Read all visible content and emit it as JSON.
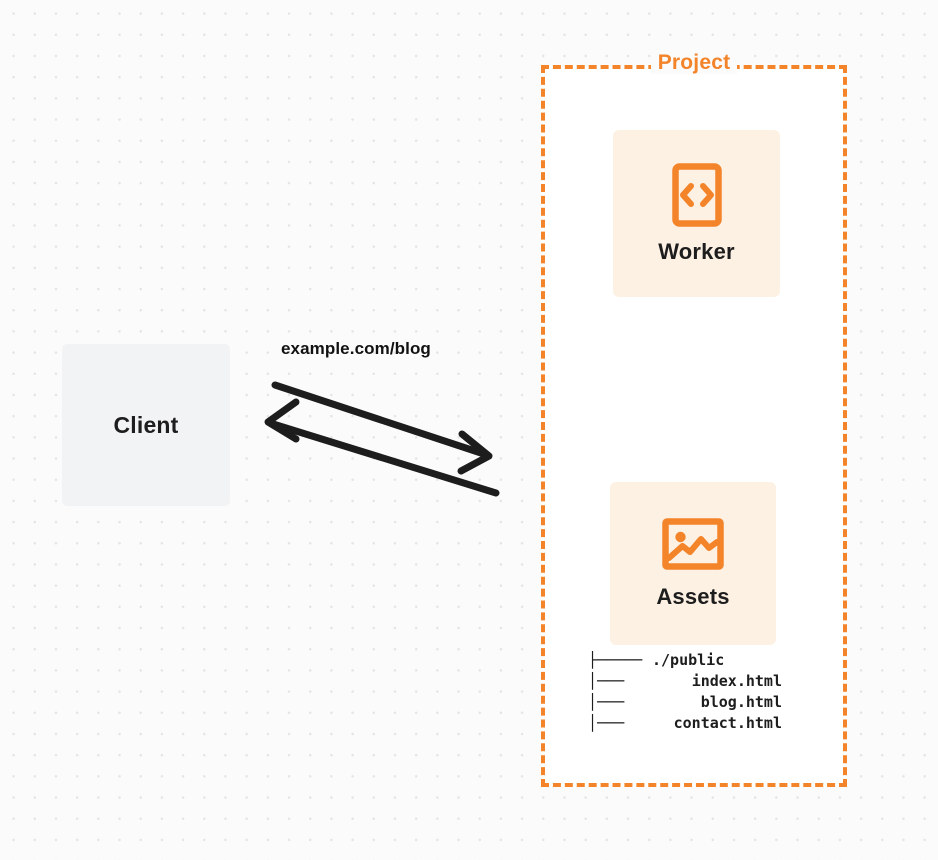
{
  "diagram": {
    "title": "Project request flow diagram",
    "colors": {
      "accent_orange": "#f3842a",
      "card_cream": "#fdf1e4",
      "client_gray": "#f2f3f5",
      "text_dark": "#1d1d1d",
      "canvas": "#fbfbfb",
      "dot_grid": "#e4e5e7"
    }
  },
  "client": {
    "label": "Client",
    "icon": "client-box-icon"
  },
  "connection": {
    "label": "example.com/blog",
    "request_arrow": "request-arrow",
    "response_arrow": "response-arrow"
  },
  "project": {
    "title": "Project",
    "services": [
      {
        "name": "Worker",
        "icon": "code-file-icon"
      },
      {
        "name": "Assets",
        "icon": "image-icon"
      }
    ],
    "file_tree": [
      {
        "branch": "├─────",
        "name": "./public",
        "type": "directory"
      },
      {
        "branch": "│───",
        "name": "index.html",
        "type": "file"
      },
      {
        "branch": "│───",
        "name": "blog.html",
        "type": "file"
      },
      {
        "branch": "│───",
        "name": "contact.html",
        "type": "file"
      }
    ]
  }
}
